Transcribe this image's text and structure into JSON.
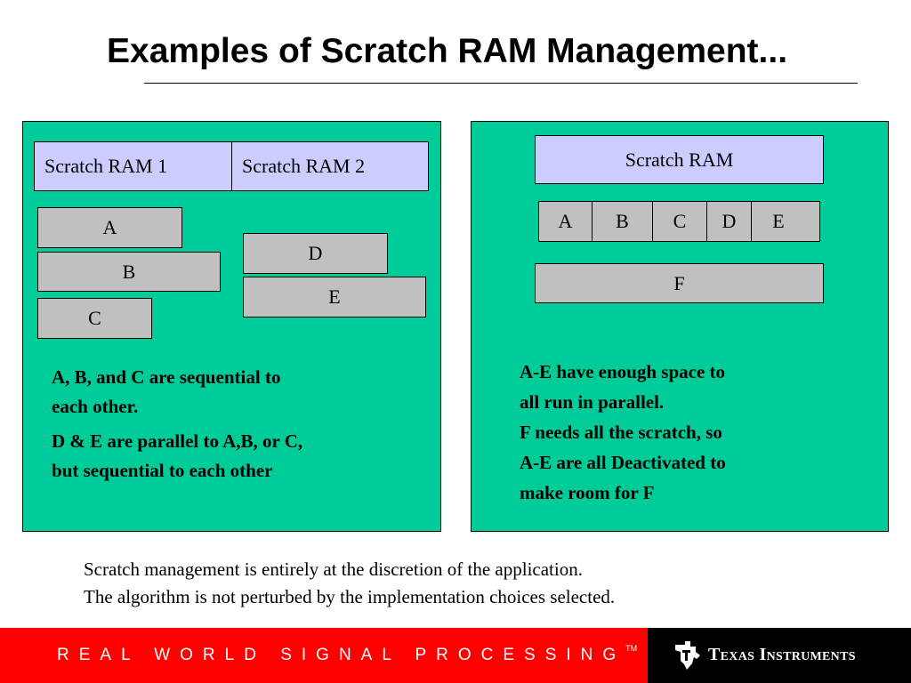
{
  "slide": {
    "title": "Examples of Scratch RAM Management..."
  },
  "left_panel": {
    "ram1_label": "Scratch RAM 1",
    "ram2_label": "Scratch RAM 2",
    "tasks": {
      "a": "A",
      "b": "B",
      "c": "C",
      "d": "D",
      "e": "E"
    },
    "note_line1": "A, B, and C are sequential to",
    "note_line2": "each other.",
    "note_line3": "D & E are parallel to A,B, or C,",
    "note_line4": "but sequential to each other"
  },
  "right_panel": {
    "ram_label": "Scratch RAM",
    "cells": [
      "A",
      "B",
      "C",
      "D",
      "E"
    ],
    "task_f": "F",
    "note_line1": "A-E have enough space to",
    "note_line2": "all run in parallel.",
    "note_line3": "F needs all the scratch, so",
    "note_line4": "A-E are all Deactivated to",
    "note_line5": "make room for F"
  },
  "footer": {
    "line1": "Scratch management is entirely at the discretion of the application.",
    "line2": "The algorithm is not perturbed by the implementation choices selected."
  },
  "brand": {
    "tagline": "Real World Signal Processing",
    "tm": "TM",
    "company": "Texas Instruments",
    "logo_icon": "ti-logo-icon"
  },
  "colors": {
    "panel": "#00cc99",
    "ram": "#ccccff",
    "task": "#c0c0c0",
    "bar_red": "#ff0000",
    "bar_black": "#000000"
  }
}
